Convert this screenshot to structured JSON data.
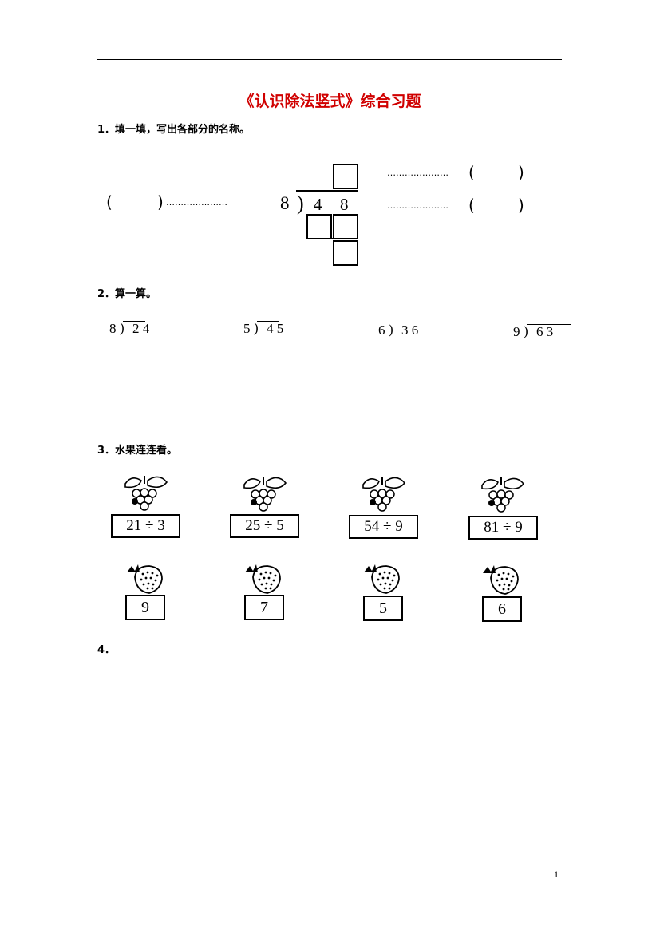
{
  "title": "《认识除法竖式》综合习题",
  "q1": {
    "label": "1．填一填，写出各部分的名称。",
    "paren_open": "(",
    "paren_close": ")",
    "dots": "…………………",
    "divisor": "8",
    "dividend_d1": "4",
    "dividend_d2": "8",
    "division_sign": ")"
  },
  "q2": {
    "label": "2．算一算。",
    "problems": [
      {
        "divisor": "8",
        "dividend": "2 4"
      },
      {
        "divisor": "5",
        "dividend": "4 5"
      },
      {
        "divisor": "6",
        "dividend": "3 6"
      },
      {
        "divisor": "9",
        "dividend": "6 3"
      }
    ],
    "division_sign": ")"
  },
  "q3": {
    "label": "3．水果连连看。",
    "grapes": [
      "21 ÷ 3",
      "25 ÷ 5",
      "54 ÷ 9",
      "81 ÷ 9"
    ],
    "strawberries": [
      "9",
      "7",
      "5",
      "6"
    ]
  },
  "q4": {
    "label": "4．"
  },
  "page_number": "1",
  "icons": {
    "grape": "grape-icon",
    "strawberry": "strawberry-icon"
  }
}
